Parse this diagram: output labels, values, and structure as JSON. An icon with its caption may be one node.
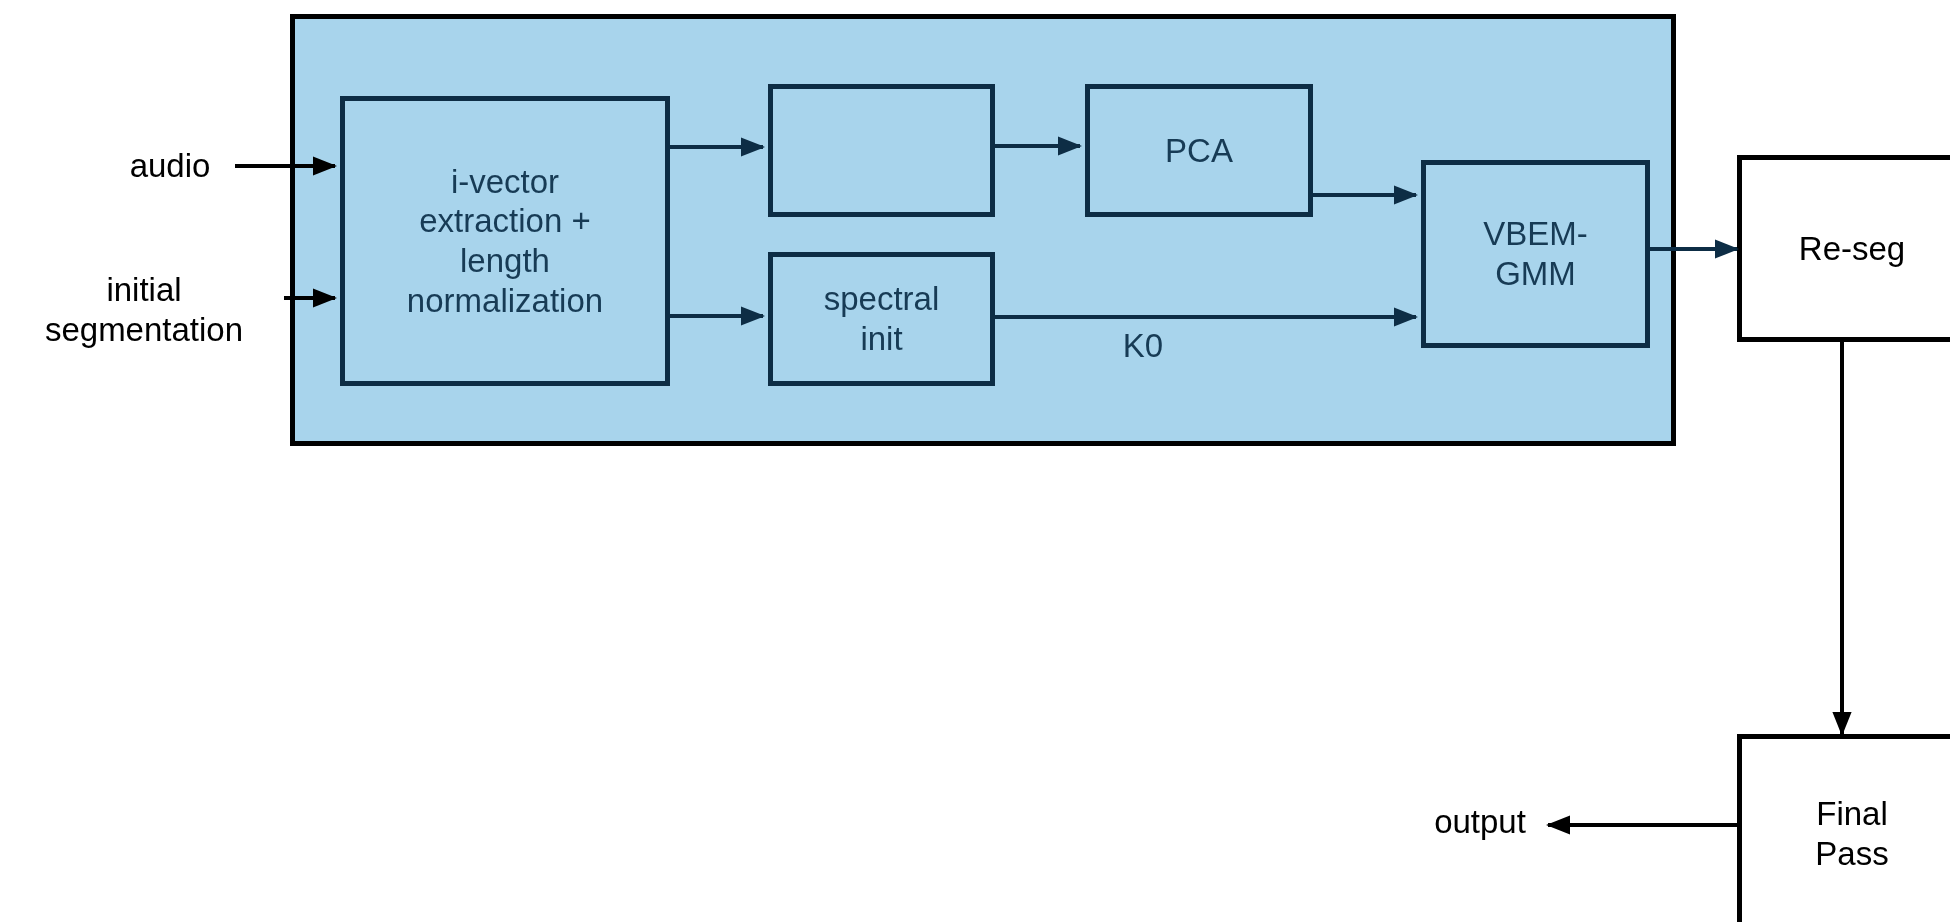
{
  "diagram": {
    "nodes": [
      {
        "text": [],
        "shape": "box"
      },
      {
        "text": [
          "audio"
        ]
      },
      {
        "text": [
          "initial segmentation"
        ]
      },
      {
        "text": [
          "i-vector extraction + length normalization"
        ],
        "in": 0
      },
      {
        "text": [],
        "shape": "box",
        "in": 0
      },
      {
        "text": [
          "PCA"
        ],
        "in": 0
      },
      {
        "text": [
          "spectral init"
        ],
        "in": 0
      },
      {
        "text": [
          "VBEM- GMM"
        ],
        "in": 0
      },
      {
        "text": [
          "Re-seg"
        ]
      },
      {
        "text": [
          "Final Pass"
        ]
      },
      {
        "text": [
          "output"
        ]
      }
    ],
    "edges": [
      {
        "from": 1,
        "to": 3,
        "arrow": "to",
        "color": "#000000"
      },
      {
        "from": 2,
        "to": 3,
        "arrow": "to",
        "color": "#000000"
      },
      {
        "from": 3,
        "to": 4,
        "arrow": "to"
      },
      {
        "from": 3,
        "to": 6,
        "arrow": "to"
      },
      {
        "from": 4,
        "to": 5,
        "arrow": "to"
      },
      {
        "from": 5,
        "to": 7,
        "arrow": "to"
      },
      {
        "from": 6,
        "to": 7,
        "arrow": "to",
        "label": "K0"
      },
      {
        "from": 7,
        "to": 8,
        "arrow": "to"
      },
      {
        "from": 8,
        "to": 9,
        "arrow": "to",
        "color": "#000000"
      },
      {
        "from": 9,
        "to": 10,
        "arrow": "to",
        "color": "#000000"
      }
    ]
  }
}
